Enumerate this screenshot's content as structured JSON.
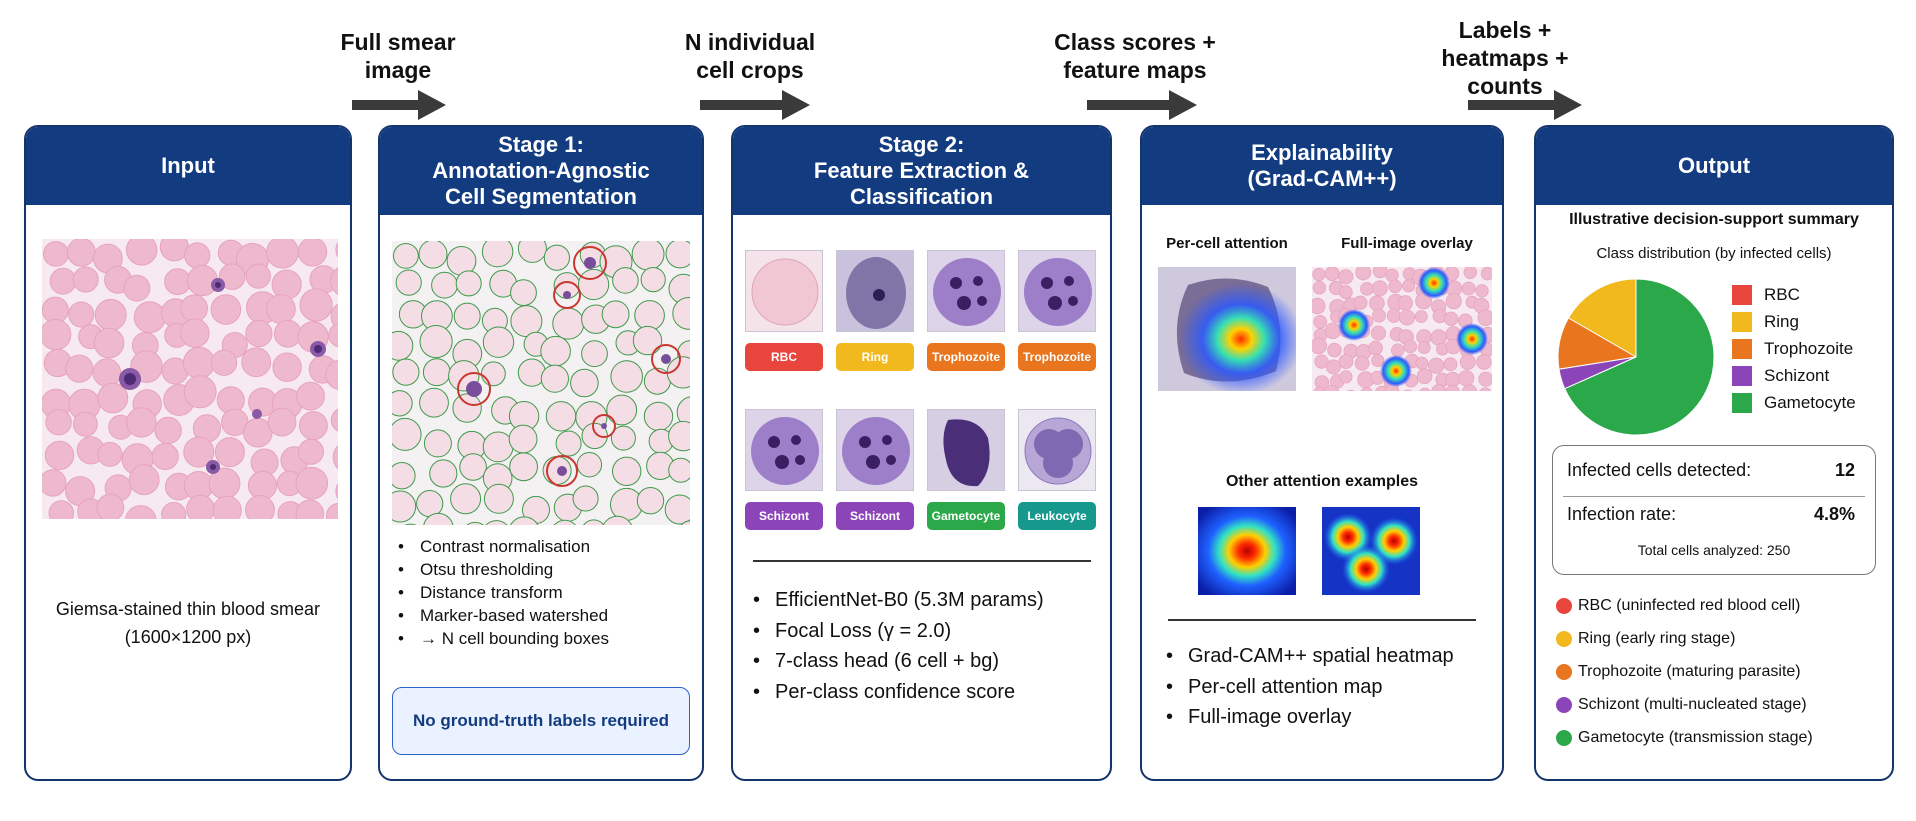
{
  "flow": [
    {
      "label": [
        "Full smear",
        "image"
      ]
    },
    {
      "label": [
        "N individual",
        "cell crops"
      ]
    },
    {
      "label": [
        "Class scores +",
        "feature maps"
      ]
    },
    {
      "label": [
        "Labels +",
        "heatmaps +",
        "counts"
      ]
    }
  ],
  "input": {
    "title": "Input",
    "caption1": "Giemsa-stained thin blood smear",
    "caption2": "(1600×1200 px)"
  },
  "stage1": {
    "title": [
      "Stage 1:",
      "Annotation-Agnostic",
      "Cell Segmentation"
    ],
    "bullets": [
      "Contrast normalisation",
      "Otsu thresholding",
      "Distance transform",
      "Marker-based watershed",
      "→ N cell bounding boxes"
    ],
    "note": "No ground-truth labels required"
  },
  "stage2": {
    "title": [
      "Stage 2:",
      "Feature Extraction &",
      "Classification"
    ],
    "cells": [
      {
        "label": "RBC",
        "color": "#e8453c"
      },
      {
        "label": "Ring",
        "color": "#f2b91e"
      },
      {
        "label": "Trophozoite",
        "color": "#e9761f"
      },
      {
        "label": "Trophozoite",
        "color": "#e9761f"
      },
      {
        "label": "Schizont",
        "color": "#8b45b8"
      },
      {
        "label": "Schizont",
        "color": "#8b45b8"
      },
      {
        "label": "Gametocyte",
        "color": "#2aa84a"
      },
      {
        "label": "Leukocyte",
        "color": "#16988c"
      }
    ],
    "bullets": [
      "EfficientNet-B0 (5.3M params)",
      "Focal Loss (γ = 2.0)",
      "7-class head (6 cell + bg)",
      "Per-class confidence score"
    ]
  },
  "explain": {
    "title": [
      "Explainability",
      "(Grad-CAM++)"
    ],
    "per_cell": "Per-cell attention",
    "full_image": "Full-image overlay",
    "other": "Other attention examples",
    "bullets": [
      "Grad-CAM++ spatial heatmap",
      "Per-cell attention map",
      "Full-image overlay"
    ]
  },
  "output": {
    "title": "Output",
    "summary_title": "Illustrative decision-support summary",
    "dist_title": "Class distribution (by infected cells)",
    "legend": [
      {
        "label": "RBC",
        "color": "#e8453c"
      },
      {
        "label": "Ring",
        "color": "#f2b91e"
      },
      {
        "label": "Trophozoite",
        "color": "#e9761f"
      },
      {
        "label": "Schizont",
        "color": "#8b45b8"
      },
      {
        "label": "Gametocyte",
        "color": "#2aa84a"
      }
    ],
    "infected_label": "Infected cells detected:",
    "infected_value": "12",
    "rate_label": "Infection rate:",
    "rate_value": "4.8%",
    "total": "Total cells analyzed: 250",
    "descriptions": [
      {
        "text": "RBC (uninfected red blood cell)",
        "color": "#e8453c"
      },
      {
        "text": "Ring (early ring stage)",
        "color": "#f2b91e"
      },
      {
        "text": "Trophozoite (maturing parasite)",
        "color": "#e9761f"
      },
      {
        "text": "Schizont (multi-nucleated stage)",
        "color": "#8b45b8"
      },
      {
        "text": "Gametocyte (transmission stage)",
        "color": "#2aa84a"
      }
    ]
  },
  "chart_data": {
    "type": "pie",
    "categories": [
      "Ring",
      "Trophozoite",
      "Schizont",
      "Gametocyte"
    ],
    "values": [
      2,
      1.3,
      0.5,
      8.2
    ],
    "colors": [
      "#f2b91e",
      "#e9761f",
      "#8b45b8",
      "#2aa84a"
    ],
    "title": "Class distribution (by infected cells)"
  }
}
